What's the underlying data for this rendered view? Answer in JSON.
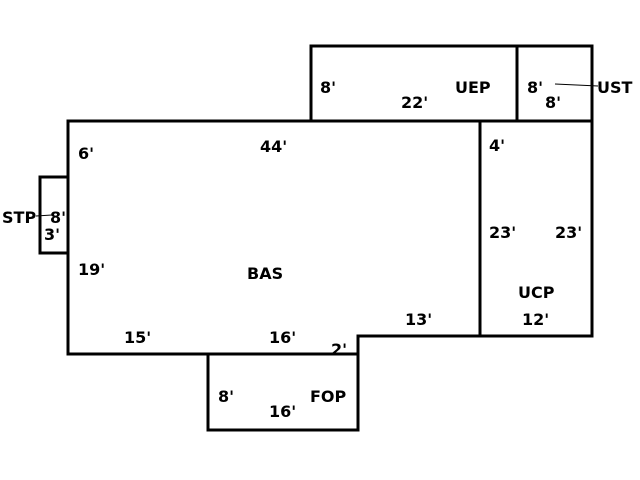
{
  "areas": {
    "bas": {
      "label": "BAS",
      "dims": [
        "44'",
        "6'",
        "19'",
        "15'",
        "16'",
        "2'",
        "13'"
      ]
    },
    "ucp": {
      "label": "UCP",
      "dims": [
        "4'",
        "23'",
        "23'",
        "12'"
      ]
    },
    "uep": {
      "label": "UEP",
      "dims": [
        "8'",
        "22'"
      ]
    },
    "ust": {
      "label": "UST",
      "dims": [
        "8'",
        "8'"
      ]
    },
    "stp": {
      "label": "STP",
      "dims": [
        "8'",
        "3'"
      ]
    },
    "fop": {
      "label": "FOP",
      "dims": [
        "8'",
        "16'"
      ]
    }
  }
}
